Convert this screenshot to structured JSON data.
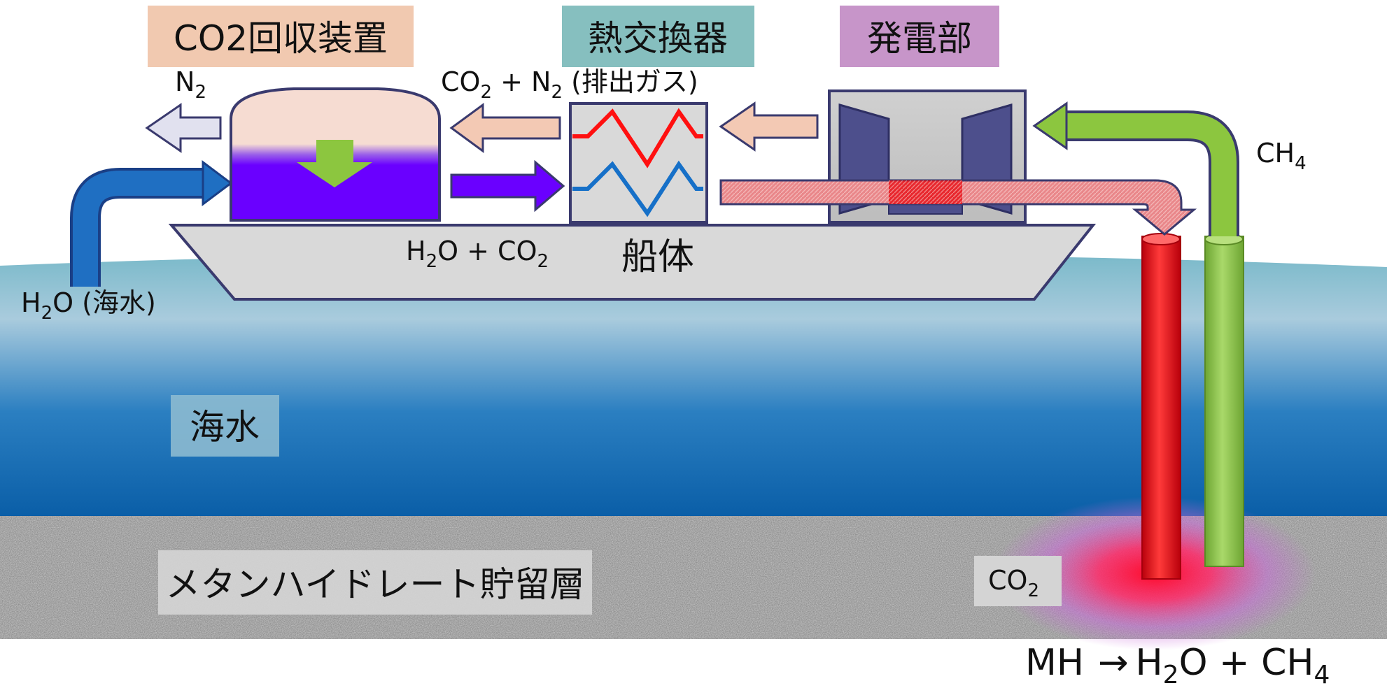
{
  "labels": {
    "co2_unit": "CO2回収装置",
    "heat_exchanger": "熱交換器",
    "power_unit": "発電部",
    "hull": "船体",
    "seawater": "海水",
    "reservoir": "メタンハイドレート貯留層"
  },
  "formulas": {
    "n2_base": "N",
    "n2_sub": "2",
    "exhaust_co2_base": "CO",
    "exhaust_co2_sub": "2",
    "exhaust_mid": " + N",
    "exhaust_n2_sub": "2",
    "exhaust_tail": " (排出ガス)",
    "ch4_base": "CH",
    "ch4_sub": "4",
    "h2o_co2_h": "H",
    "h2o_co2_sub1": "2",
    "h2o_co2_mid": "O + CO",
    "h2o_co2_sub2": "2",
    "h2o_sea_h": "H",
    "h2o_sea_sub": "2",
    "h2o_sea_tail": "O (海水)",
    "co2_res_base": "CO",
    "co2_res_sub": "2",
    "reaction_left": "MH",
    "reaction_arrow": "→",
    "reaction_h": "H",
    "reaction_sub1": "2",
    "reaction_mid": "O + CH",
    "reaction_sub2": "4"
  },
  "colors": {
    "seawater_top": "#6fb5c6",
    "seawater_deep": "#0a5fa8",
    "sediment": "#9a9a9a",
    "hull": "#d9d9d9",
    "outline": "#3a3a6e",
    "co2_label_bg": "#f1c9b0",
    "heat_label_bg": "#86bfbf",
    "power_label_bg": "#c795c9",
    "solvent": "#6a00ff",
    "gas_cap": "#f6dcd2",
    "hot_line": "#ff1010",
    "cold_line": "#1670c8",
    "co2_pipe": "#e8161e",
    "ch4_pipe": "#8cc63f",
    "intake_arrow": "#1f6fc2",
    "n2_arrow": "#e1e1ef",
    "exhaust_arrow": "#f3c9b4",
    "turbine": "#4d4f8c"
  }
}
